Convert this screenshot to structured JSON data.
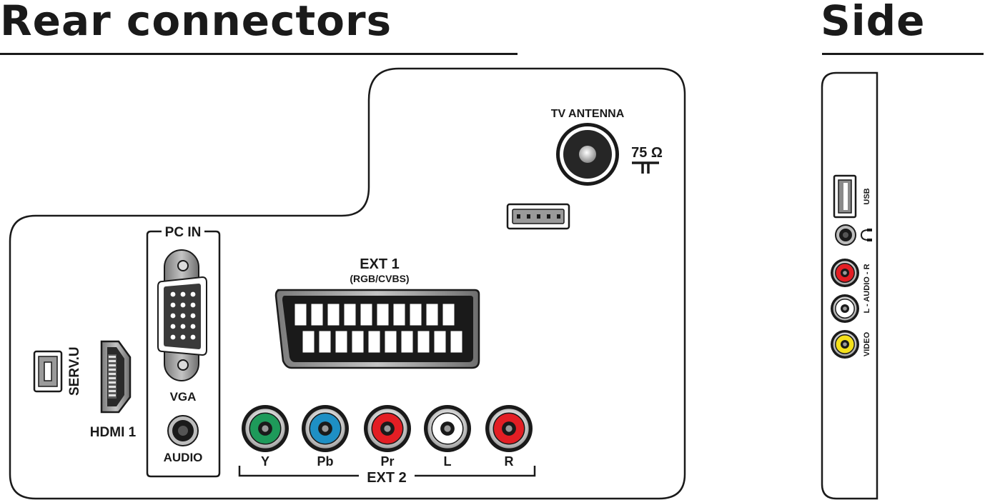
{
  "headings": {
    "rear": "Rear connectors",
    "side": "Side"
  },
  "labels": {
    "tv_antenna": "TV ANTENNA",
    "ohms": "75 Ω",
    "pc_in": "PC IN",
    "vga": "VGA",
    "audio": "AUDIO",
    "serv_u": "SERV.U",
    "hdmi1": "HDMI 1",
    "ext1": "EXT 1",
    "ext1_sub": "(RGB/CVBS)",
    "ext2": "EXT 2",
    "usb": "USB",
    "l_audio_r": "L - AUDIO - R",
    "video": "VIDEO"
  },
  "component_jacks": [
    {
      "label": "Y",
      "ring_color": "#1e9a5a"
    },
    {
      "label": "Pb",
      "ring_color": "#1e8fc4"
    },
    {
      "label": "Pr",
      "ring_color": "#e31e24"
    },
    {
      "label": "L",
      "ring_color": "#ffffff"
    },
    {
      "label": "R",
      "ring_color": "#e31e24"
    }
  ],
  "side_jack_colors": {
    "audio_r": "#e31e24",
    "audio_l": "#ffffff",
    "video": "#f5e11b"
  }
}
